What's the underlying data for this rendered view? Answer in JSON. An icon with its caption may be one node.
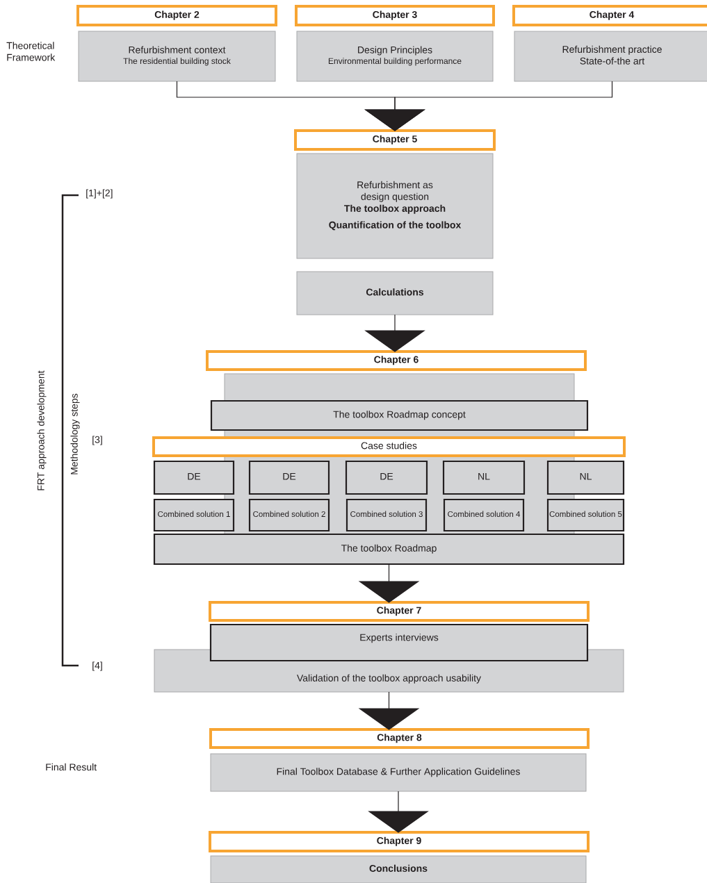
{
  "diagram": {
    "nodes": [
      {
        "text": [
          "Chapter 2"
        ]
      },
      {
        "text": [
          "Chapter 3"
        ]
      },
      {
        "text": [
          "Chapter 4"
        ]
      },
      {
        "text": [
          "Refurbishment context",
          "The residential building stock"
        ]
      },
      {
        "text": [
          "Design Principles",
          "Environmental building performance"
        ]
      },
      {
        "text": [
          "Refurbishment practice",
          "State-of-the art"
        ]
      },
      {
        "text": [
          "Chapter 5"
        ]
      },
      {
        "text": [
          "Refurbishment as design question",
          "The toolbox approach",
          "Quantification of the toolbox"
        ]
      },
      {
        "text": [
          "Calculations"
        ]
      },
      {
        "text": [
          "Chapter 6"
        ]
      },
      {
        "text": [
          "The toolbox Roadmap concept"
        ]
      },
      {
        "text": [
          "Case studies"
        ]
      },
      {
        "text": [
          "DE"
        ]
      },
      {
        "text": [
          "DE"
        ]
      },
      {
        "text": [
          "DE"
        ]
      },
      {
        "text": [
          "NL"
        ]
      },
      {
        "text": [
          "NL"
        ]
      },
      {
        "text": [
          "Combined solution 1"
        ]
      },
      {
        "text": [
          "Combined solution 2"
        ]
      },
      {
        "text": [
          "Combined solution 3"
        ]
      },
      {
        "text": [
          "Combined solution 4"
        ]
      },
      {
        "text": [
          "Combined solution 5"
        ]
      },
      {
        "text": [
          "The toolbox Roadmap"
        ]
      },
      {
        "text": [
          "Chapter 7"
        ]
      },
      {
        "text": [
          "Experts interviews"
        ]
      },
      {
        "text": [
          "Validation of the toolbox approach usability"
        ]
      },
      {
        "text": [
          "Chapter 8"
        ]
      },
      {
        "text": [
          "Final Toolbox Database & Further Application Guidelines"
        ]
      },
      {
        "text": [
          "Chapter 9"
        ]
      },
      {
        "text": [
          "Conclusions"
        ]
      }
    ],
    "edges": [
      {
        "from": 3,
        "to": 6,
        "arrow": "to"
      },
      {
        "from": 5,
        "to": 6,
        "arrow": "to"
      },
      {
        "from": 8,
        "to": 9,
        "arrow": "to"
      },
      {
        "from": 22,
        "to": 23,
        "arrow": "to"
      },
      {
        "from": 25,
        "to": 26,
        "arrow": "to"
      },
      {
        "from": 27,
        "to": 28,
        "arrow": "to"
      }
    ],
    "labels": [
      "Theoretical Framework",
      "[1]+[2]",
      "FRT approach development",
      "Methodology steps",
      "[3]",
      "[4]",
      "Final Result"
    ]
  }
}
